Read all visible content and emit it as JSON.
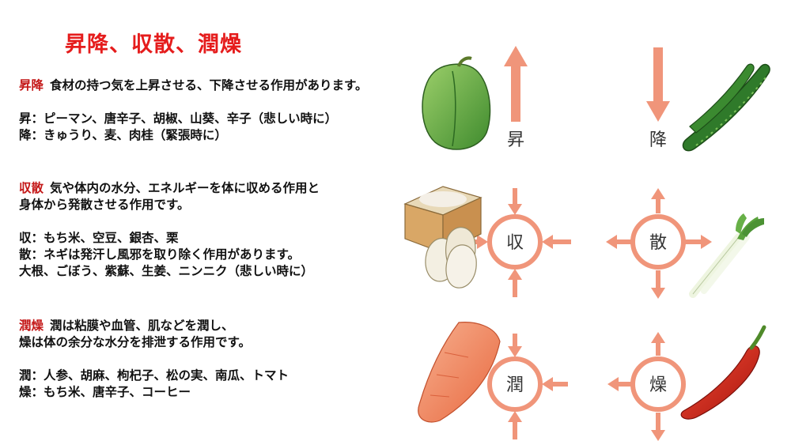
{
  "title": "昇降、収散、潤燥",
  "sections": [
    {
      "heading": "昇降",
      "lines": [
        "食材の持つ気を上昇させる、下降させる作用があります。"
      ],
      "examples": [
        "昇：ピーマン、唐辛子、胡椒、山葵、辛子（悲しい時に）",
        "降：きゅうり、麦、肉桂（緊張時に）"
      ]
    },
    {
      "heading": "収散",
      "lines": [
        "気や体内の水分、エネルギーを体に収める作用と",
        "身体から発散させる作用です。"
      ],
      "examples": [
        "収：もち米、空豆、銀杏、栗",
        "散：ネギは発汗し風邪を取り除く作用があります。",
        "大根、ごぼう、紫蘇、生姜、ニンニク（悲しい時に）"
      ]
    },
    {
      "heading": "潤燥",
      "lines": [
        "潤は粘膜や血管、肌などを潤し、",
        "燥は体の余分な水分を排泄する作用です。"
      ],
      "examples": [
        "潤：人参、胡麻、枸杞子、松の実、南瓜、トマト",
        "燥：もち米、唐辛子、コーヒー"
      ]
    }
  ],
  "diagram": {
    "up_label": "昇",
    "down_label": "降",
    "gather_label": "収",
    "disperse_label": "散",
    "moisten_label": "潤",
    "dry_label": "燥"
  },
  "colors": {
    "accent": "#e51c1c",
    "arrow": "#f0957a"
  }
}
